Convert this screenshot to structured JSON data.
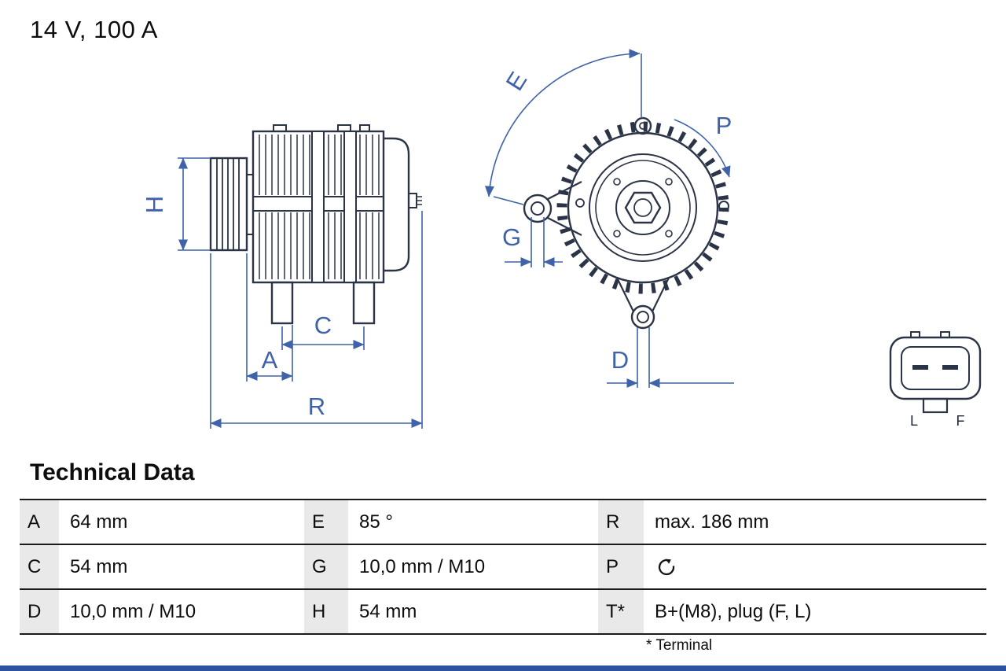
{
  "header": {
    "title": "14 V, 100 A"
  },
  "drawing": {
    "dimension_labels": {
      "H": "H",
      "A": "A",
      "C": "C",
      "R": "R",
      "E": "E",
      "G": "G",
      "P": "P",
      "D": "D"
    },
    "connector": {
      "left_pin_label": "L",
      "right_pin_label": "F"
    }
  },
  "technical_data": {
    "heading": "Technical Data",
    "footnote": "* Terminal",
    "rows": [
      [
        {
          "key": "A",
          "value": "64 mm"
        },
        {
          "key": "E",
          "value": "85 °"
        },
        {
          "key": "R",
          "value": "max. 186 mm"
        }
      ],
      [
        {
          "key": "C",
          "value": "54 mm"
        },
        {
          "key": "G",
          "value": "10,0 mm / M10"
        },
        {
          "key": "P",
          "value": "",
          "icon": "rotation-direction"
        }
      ],
      [
        {
          "key": "D",
          "value": "10,0 mm / M10"
        },
        {
          "key": "H",
          "value": "54 mm"
        },
        {
          "key": "T*",
          "value": "B+(M8), plug (F, L)"
        }
      ]
    ]
  },
  "colors": {
    "dimension_blue": "#3f62a8",
    "outline_dark": "#2b3446",
    "footer_bar_blue": "#2d52a0"
  }
}
